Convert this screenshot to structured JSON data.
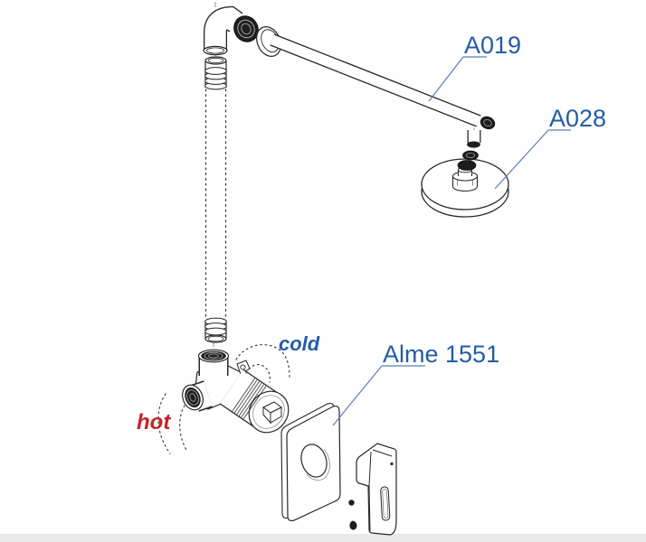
{
  "diagram": {
    "labels": {
      "shower_arm": "A019",
      "shower_head": "A028",
      "mixer_model": "Alme 1551",
      "cold_inlet": "cold",
      "hot_inlet": "hot"
    },
    "colors": {
      "label_blue": "#245da6",
      "leader_blue": "#5a7fb5",
      "hot_red": "#cb2026",
      "line_dark": "#282828",
      "footer_strip": "#e9e9e9",
      "background": "#fefefe"
    }
  }
}
